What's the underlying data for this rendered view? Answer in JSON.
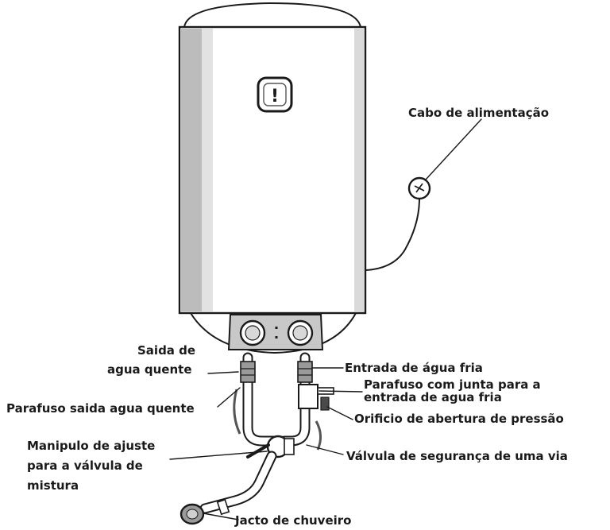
{
  "labels": {
    "power_cable": "Cabo de alimentação",
    "hot_outlet_line1": "Saida de",
    "hot_outlet_line2": "agua quente",
    "cold_inlet": "Entrada de água fria",
    "cold_screw_line1": "Parafuso com junta para a",
    "cold_screw_line2": "entrada de agua fria",
    "hot_screw": "Parafuso saida agua quente",
    "pressure_hole": "Orificio de abertura de pressão",
    "mix_handle_line1": "Manipulo de ajuste",
    "mix_handle_line2": "para a válvula de",
    "mix_handle_line3": "mistura",
    "safety_valve": "Válvula de segurança de uma via",
    "shower_jet": "Jacto de chuveiro"
  },
  "indicator_symbol": "!"
}
